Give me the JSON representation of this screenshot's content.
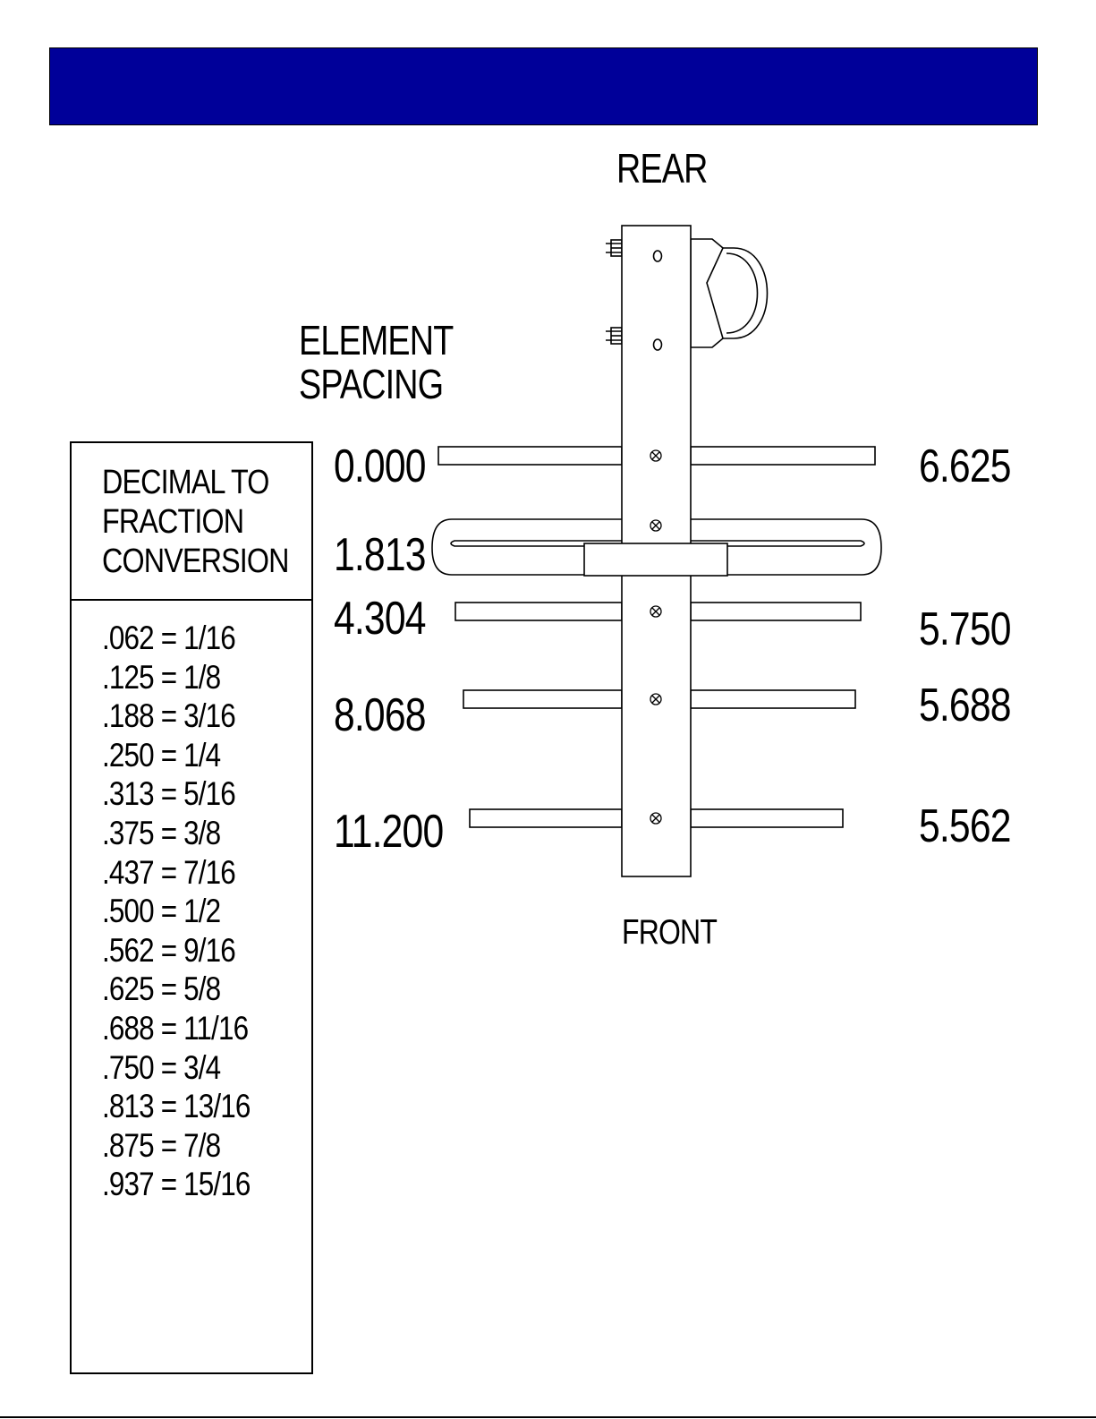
{
  "header": {
    "band_color": "#000099"
  },
  "labels": {
    "rear": "REAR",
    "front": "FRONT",
    "element_spacing": [
      "ELEMENT",
      "SPACING"
    ]
  },
  "elements": [
    {
      "spacing": "0.000",
      "length": "6.625"
    },
    {
      "spacing": "1.813",
      "length": ""
    },
    {
      "spacing": "4.304",
      "length": "5.750"
    },
    {
      "spacing": "8.068",
      "length": "5.688"
    },
    {
      "spacing": "11.200",
      "length": "5.562"
    }
  ],
  "conversion": {
    "title": [
      "DECIMAL TO",
      "FRACTION",
      "CONVERSION"
    ],
    "rows": [
      ".062 = 1/16",
      ".125 = 1/8",
      ".188 = 3/16",
      ".250 = 1/4",
      ".313 = 5/16",
      ".375 = 3/8",
      ".437 = 7/16",
      ".500 = 1/2",
      ".562 = 9/16",
      ".625 = 5/8",
      ".688 = 11/16",
      ".750 = 3/4",
      ".813 = 13/16",
      ".875 = 7/8",
      ".937 = 15/16"
    ]
  }
}
